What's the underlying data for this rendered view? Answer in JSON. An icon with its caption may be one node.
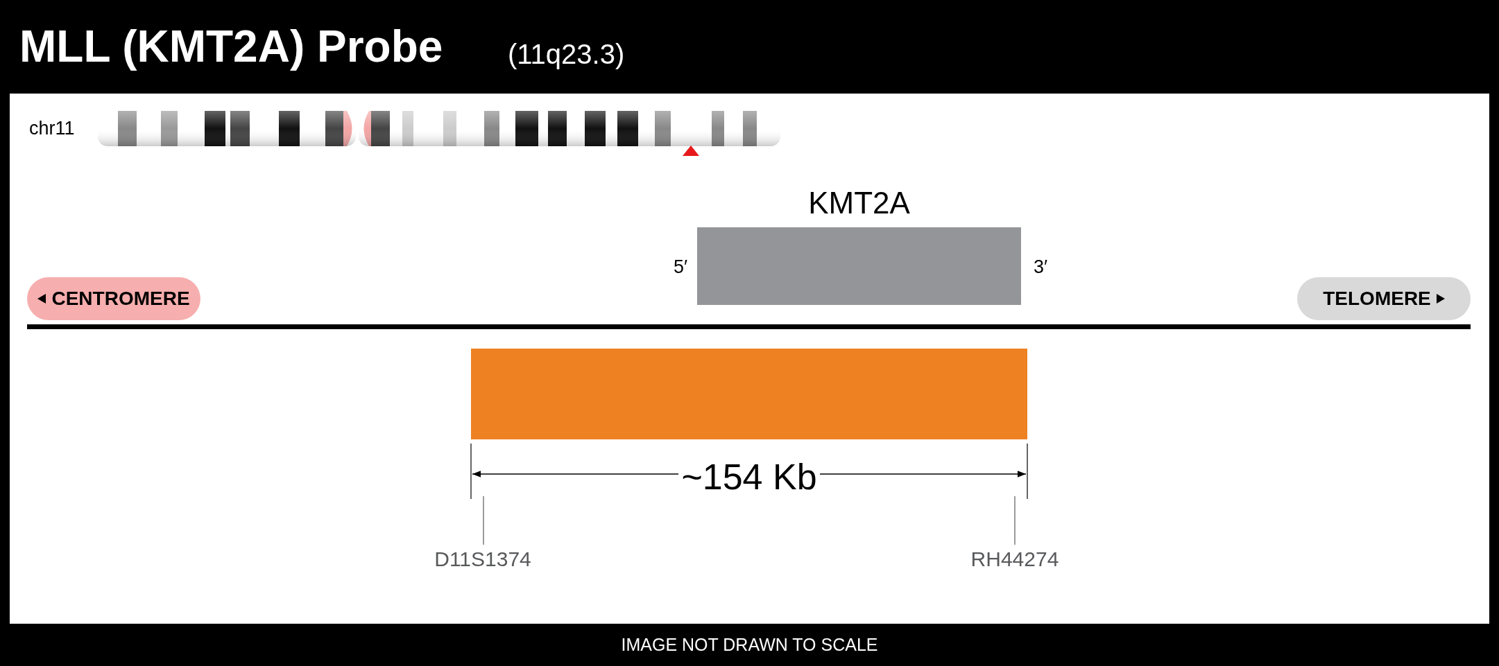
{
  "diagram": {
    "title": "MLL (KMT2A) Probe",
    "caption": "IMAGE NOT DRAWN TO SCALE",
    "nodes": [
      {
        "text": [
          "KMT2A"
        ],
        "beside": [
          "5′",
          "3′"
        ]
      },
      {
        "text": [
          "CENTROMERE"
        ]
      },
      {
        "text": [
          "TELOMERE"
        ]
      },
      {
        "text": [],
        "shape": "bar"
      },
      {
        "text": [
          "D11S1374"
        ]
      },
      {
        "text": [
          "RH44274"
        ]
      }
    ],
    "edges": [
      {
        "from": 4,
        "to": null,
        "arrow": "none"
      },
      {
        "from": 5,
        "to": null,
        "arrow": "none"
      }
    ],
    "labels": [
      "(11q23.3)",
      "chr11",
      "~154 Kb"
    ]
  }
}
